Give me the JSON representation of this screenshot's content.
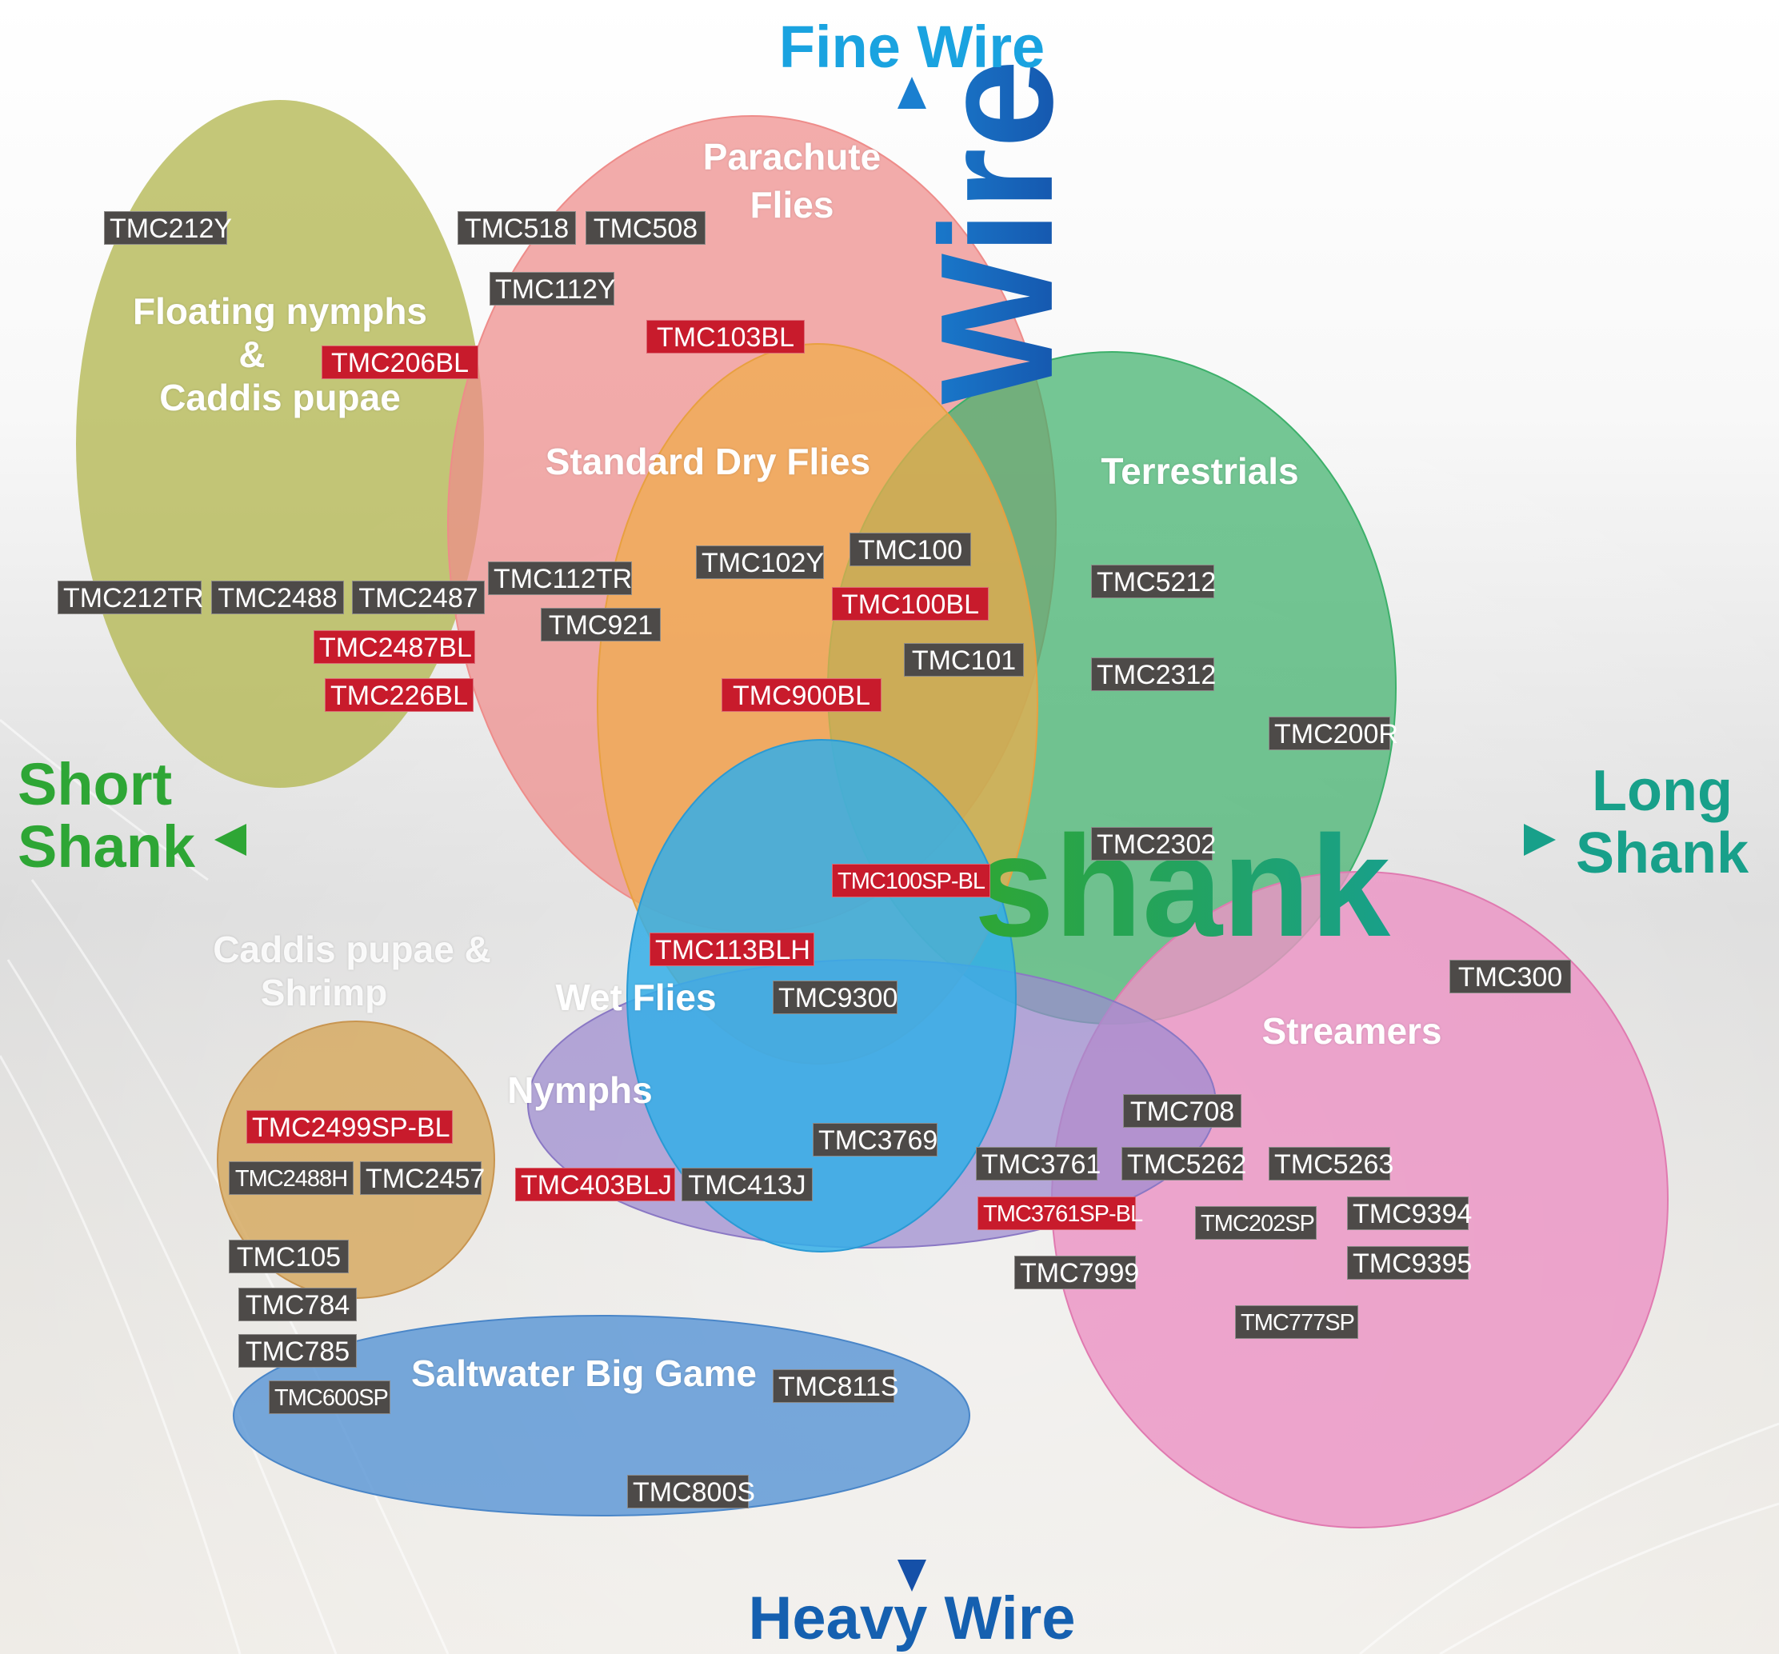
{
  "axes": {
    "top": "Fine Wire",
    "bottom": "Heavy Wire",
    "left": [
      "Short",
      "Shank"
    ],
    "right": [
      "Long",
      "Shank"
    ],
    "vertical_word": "Wire",
    "horizontal_word": "shank"
  },
  "categories": [
    {
      "id": "floating",
      "label": [
        "Floating nymphs",
        "&",
        "Caddis pupae"
      ]
    },
    {
      "id": "parachute",
      "label": [
        "Parachute",
        "Flies"
      ]
    },
    {
      "id": "standard-dry",
      "label": [
        "Standard Dry Flies"
      ]
    },
    {
      "id": "terrestrials",
      "label": [
        "Terrestrials"
      ]
    },
    {
      "id": "wet",
      "label": [
        "Wet Flies"
      ]
    },
    {
      "id": "nymphs",
      "label": [
        "Nymphs"
      ]
    },
    {
      "id": "caddis-shrimp",
      "label": [
        "Caddis pupae &",
        "Shrimp"
      ]
    },
    {
      "id": "streamers",
      "label": [
        "Streamers"
      ]
    },
    {
      "id": "saltwater",
      "label": [
        "Saltwater Big Game"
      ]
    }
  ],
  "hooks": [
    {
      "name": "TMC212Y",
      "style": "std"
    },
    {
      "name": "TMC518",
      "style": "std"
    },
    {
      "name": "TMC508",
      "style": "std"
    },
    {
      "name": "TMC112Y",
      "style": "std"
    },
    {
      "name": "TMC103BL",
      "style": "bl"
    },
    {
      "name": "TMC206BL",
      "style": "bl"
    },
    {
      "name": "TMC212TR",
      "style": "std"
    },
    {
      "name": "TMC2488",
      "style": "std"
    },
    {
      "name": "TMC2487",
      "style": "std"
    },
    {
      "name": "TMC2487BL",
      "style": "bl"
    },
    {
      "name": "TMC226BL",
      "style": "bl"
    },
    {
      "name": "TMC112TR",
      "style": "std"
    },
    {
      "name": "TMC921",
      "style": "std"
    },
    {
      "name": "TMC102Y",
      "style": "std"
    },
    {
      "name": "TMC100",
      "style": "std"
    },
    {
      "name": "TMC100BL",
      "style": "bl"
    },
    {
      "name": "TMC101",
      "style": "std"
    },
    {
      "name": "TMC900BL",
      "style": "bl"
    },
    {
      "name": "TMC5212",
      "style": "std"
    },
    {
      "name": "TMC2312",
      "style": "std"
    },
    {
      "name": "TMC200R",
      "style": "std"
    },
    {
      "name": "TMC2302",
      "style": "std"
    },
    {
      "name": "TMC100SP-BL",
      "style": "bl"
    },
    {
      "name": "TMC113BLH",
      "style": "bl"
    },
    {
      "name": "TMC9300",
      "style": "std"
    },
    {
      "name": "TMC300",
      "style": "std"
    },
    {
      "name": "TMC2499SP-BL",
      "style": "bl"
    },
    {
      "name": "TMC2488H",
      "style": "std"
    },
    {
      "name": "TMC2457",
      "style": "std"
    },
    {
      "name": "TMC403BLJ",
      "style": "bl"
    },
    {
      "name": "TMC413J",
      "style": "std"
    },
    {
      "name": "TMC3769",
      "style": "std"
    },
    {
      "name": "TMC708",
      "style": "std"
    },
    {
      "name": "TMC3761",
      "style": "std"
    },
    {
      "name": "TMC5262",
      "style": "std"
    },
    {
      "name": "TMC5263",
      "style": "std"
    },
    {
      "name": "TMC3761SP-BL",
      "style": "bl"
    },
    {
      "name": "TMC202SP",
      "style": "std"
    },
    {
      "name": "TMC9394",
      "style": "std"
    },
    {
      "name": "TMC9395",
      "style": "std"
    },
    {
      "name": "TMC7999",
      "style": "std"
    },
    {
      "name": "TMC777SP",
      "style": "std"
    },
    {
      "name": "TMC105",
      "style": "std"
    },
    {
      "name": "TMC784",
      "style": "std"
    },
    {
      "name": "TMC785",
      "style": "std"
    },
    {
      "name": "TMC600SP",
      "style": "std"
    },
    {
      "name": "TMC811S",
      "style": "std"
    },
    {
      "name": "TMC800S",
      "style": "std"
    }
  ],
  "colors": {
    "wire_axis": "#1a64b8",
    "fine_wire_title": "#1aa3e0",
    "heavy_wire_title": "#1560b0",
    "short_shank": "#2ea635",
    "long_shank": "#18a08a",
    "tag_standard": "#4d4a48",
    "tag_barbless": "#c81b2c"
  }
}
